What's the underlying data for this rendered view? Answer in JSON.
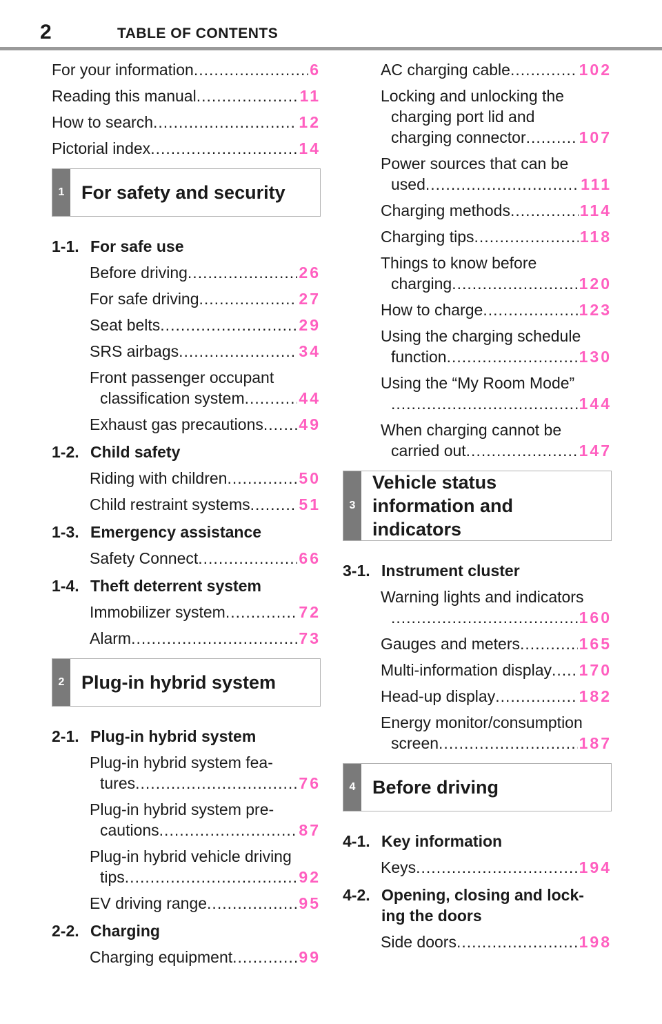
{
  "header": {
    "page_number": "2",
    "title": "TABLE OF CONTENTS"
  },
  "left_column": {
    "intro": [
      {
        "label": "For your information",
        "page": "6"
      },
      {
        "label": "Reading this manual",
        "page": "11"
      },
      {
        "label": "How to search",
        "page": "12"
      },
      {
        "label": "Pictorial index",
        "page": "14"
      }
    ],
    "section1": {
      "number": "1",
      "title": "For safety and security",
      "sub1": {
        "number": "1-1.",
        "title": "For safe use"
      },
      "sub1_items": [
        {
          "label": "Before driving",
          "page": "26"
        },
        {
          "label": "For safe driving",
          "page": "27"
        },
        {
          "label": "Seat belts",
          "page": "29"
        },
        {
          "label": "SRS airbags",
          "page": "34"
        },
        {
          "line1": "Front passenger occupant",
          "label": "classification system",
          "page": "44"
        },
        {
          "label": "Exhaust gas precautions",
          "page": "49"
        }
      ],
      "sub2": {
        "number": "1-2.",
        "title": "Child safety"
      },
      "sub2_items": [
        {
          "label": "Riding with children",
          "page": "50"
        },
        {
          "label": "Child restraint systems",
          "page": "51"
        }
      ],
      "sub3": {
        "number": "1-3.",
        "title": "Emergency assistance"
      },
      "sub3_items": [
        {
          "label": "Safety Connect",
          "page": "66"
        }
      ],
      "sub4": {
        "number": "1-4.",
        "title": "Theft deterrent system"
      },
      "sub4_items": [
        {
          "label": "Immobilizer system",
          "page": "72"
        },
        {
          "label": "Alarm",
          "page": "73"
        }
      ]
    },
    "section2": {
      "number": "2",
      "title": "Plug-in hybrid system",
      "sub1": {
        "number": "2-1.",
        "title": "Plug-in hybrid system"
      },
      "sub1_items": [
        {
          "line1": "Plug-in hybrid system fea-",
          "label": "tures",
          "page": "76"
        },
        {
          "line1": "Plug-in hybrid system pre-",
          "label": "cautions",
          "page": "87"
        },
        {
          "line1": "Plug-in hybrid vehicle driving",
          "label": "tips",
          "page": "92"
        },
        {
          "label": "EV driving range",
          "page": "95"
        }
      ],
      "sub2": {
        "number": "2-2.",
        "title": "Charging"
      },
      "sub2_items": [
        {
          "label": "Charging equipment",
          "page": "99"
        }
      ]
    }
  },
  "right_column": {
    "charging_items": [
      {
        "label": "AC charging cable",
        "page": "102"
      },
      {
        "line1": "Locking and unlocking the",
        "line2": "charging port lid and",
        "label": "charging connector",
        "page": "107"
      },
      {
        "line1": "Power sources that can be",
        "label": "used",
        "page": "111"
      },
      {
        "label": "Charging methods",
        "page": "114"
      },
      {
        "label": "Charging tips",
        "page": "118"
      },
      {
        "line1": "Things to know before",
        "label": "charging",
        "page": "120"
      },
      {
        "label": "How to charge",
        "page": "123"
      },
      {
        "line1": "Using the charging schedule",
        "label": "function",
        "page": "130"
      },
      {
        "line1": "Using the “My Room Mode”",
        "label": "",
        "page": "144"
      },
      {
        "line1": "When charging cannot be",
        "label": "carried out",
        "page": "147"
      }
    ],
    "section3": {
      "number": "3",
      "title_line1": "Vehicle status",
      "title_line2": "information and",
      "title_line3": "indicators",
      "sub1": {
        "number": "3-1.",
        "title": "Instrument cluster"
      },
      "sub1_items": [
        {
          "line1": "Warning lights and indicators",
          "label": "",
          "page": "160"
        },
        {
          "label": "Gauges and meters",
          "page": "165"
        },
        {
          "label": "Multi-information display",
          "page": "170"
        },
        {
          "label": "Head-up display",
          "page": "182"
        },
        {
          "line1": "Energy monitor/consumption",
          "label": "screen",
          "page": "187"
        }
      ]
    },
    "section4": {
      "number": "4",
      "title": "Before driving",
      "sub1": {
        "number": "4-1.",
        "title": "Key information"
      },
      "sub1_items": [
        {
          "label": "Keys",
          "page": "194"
        }
      ],
      "sub2": {
        "number": "4-2.",
        "title_line1": "Opening, closing and lock-",
        "title_line2": "ing the doors"
      },
      "sub2_items": [
        {
          "label": "Side doors",
          "page": "198"
        }
      ]
    }
  },
  "colors": {
    "page_link": "#ff5fc0",
    "section_tab": "#7a7a7a",
    "rule": "#9a9a9a"
  }
}
